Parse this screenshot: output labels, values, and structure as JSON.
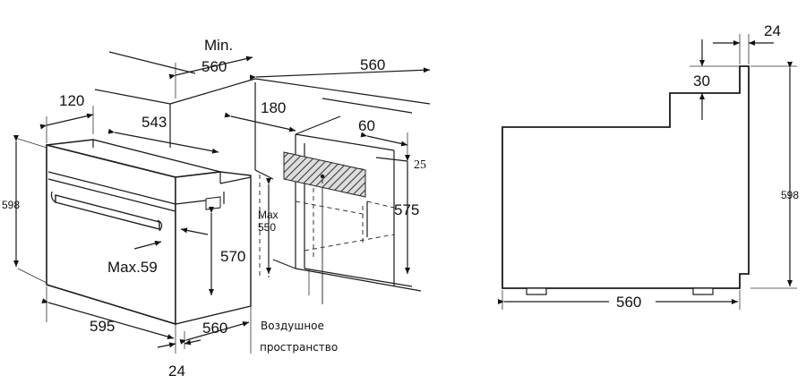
{
  "left_view": {
    "min_label": "Min.",
    "min_width": "560",
    "cabinet_width": "560",
    "depth_120": "120",
    "depth_543": "543",
    "depth_180": "180",
    "slot_60": "60",
    "slot_25": "25",
    "height_598": "598",
    "max_label": "Max",
    "max_550": "550",
    "height_575": "575",
    "max_59": "Max.59",
    "height_570": "570",
    "width_595": "595",
    "depth_560": "560",
    "front_24": "24",
    "air_space_line1": "Воздушное",
    "air_space_line2": "пространство"
  },
  "right_view": {
    "top_24": "24",
    "step_30": "30",
    "height_598": "598",
    "depth_560": "560"
  }
}
